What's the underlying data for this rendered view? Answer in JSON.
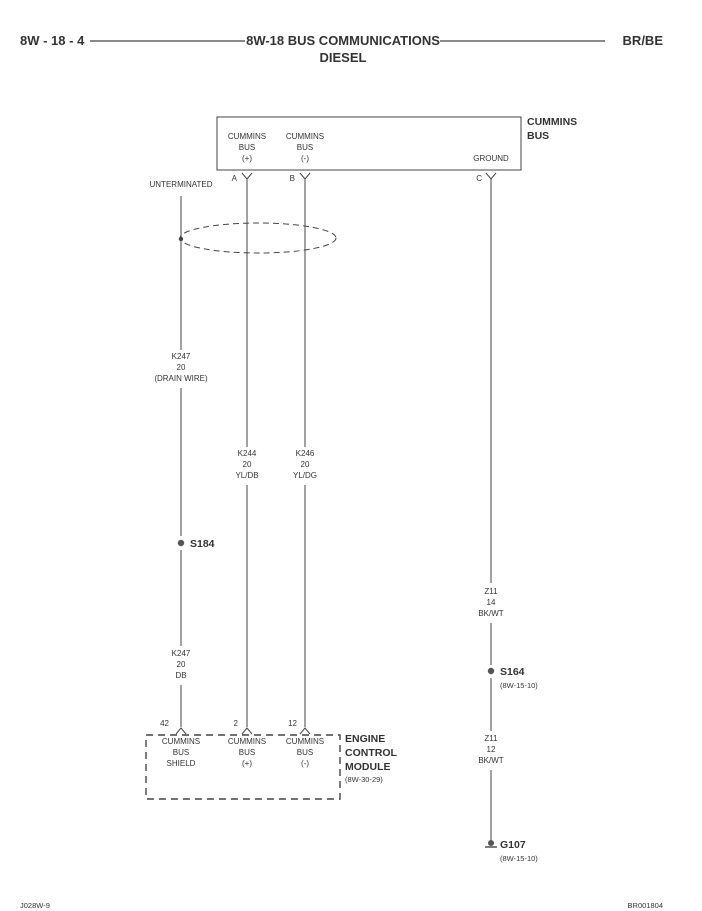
{
  "header": {
    "page_id": "8W - 18 - 4",
    "title_line1": "8W-18 BUS COMMUNICATIONS",
    "title_line2": "DIESEL",
    "model": "BR/BE"
  },
  "cummins_module": {
    "name_line1": "CUMMINS",
    "name_line2": "BUS",
    "pins": [
      {
        "letter": "A",
        "l1": "CUMMINS",
        "l2": "BUS",
        "l3": "(+)"
      },
      {
        "letter": "B",
        "l1": "CUMMINS",
        "l2": "BUS",
        "l3": "(-)"
      },
      {
        "letter": "C",
        "l1": "",
        "l2": "",
        "l3": "GROUND"
      }
    ]
  },
  "unterminated_label": "UNTERMINATED",
  "wires": {
    "k247_top": {
      "l1": "K247",
      "l2": "20",
      "l3": "(DRAIN WIRE)"
    },
    "k244": {
      "l1": "K244",
      "l2": "20",
      "l3": "YL/DB"
    },
    "k246": {
      "l1": "K246",
      "l2": "20",
      "l3": "YL/DG"
    },
    "k247_bottom": {
      "l1": "K247",
      "l2": "20",
      "l3": "DB"
    },
    "z11_top": {
      "l1": "Z11",
      "l2": "14",
      "l3": "BK/WT"
    },
    "z11_bottom": {
      "l1": "Z11",
      "l2": "12",
      "l3": "BK/WT"
    }
  },
  "splices": {
    "s184": "S184",
    "s164": "S164",
    "s164_ref": "(8W-15-10)"
  },
  "ground": {
    "name": "G107",
    "ref": "(8W-15-10)"
  },
  "ecm": {
    "name_line1": "ENGINE",
    "name_line2": "CONTROL",
    "name_line3": "MODULE",
    "ref": "(8W-30-29)",
    "pins": [
      {
        "number": "42",
        "l1": "CUMMINS",
        "l2": "BUS",
        "l3": "SHIELD"
      },
      {
        "number": "2",
        "l1": "CUMMINS",
        "l2": "BUS",
        "l3": "(+)"
      },
      {
        "number": "12",
        "l1": "CUMMINS",
        "l2": "BUS",
        "l3": "(-)"
      }
    ]
  },
  "footer": {
    "left": "J028W-9",
    "right": "BR001804"
  }
}
